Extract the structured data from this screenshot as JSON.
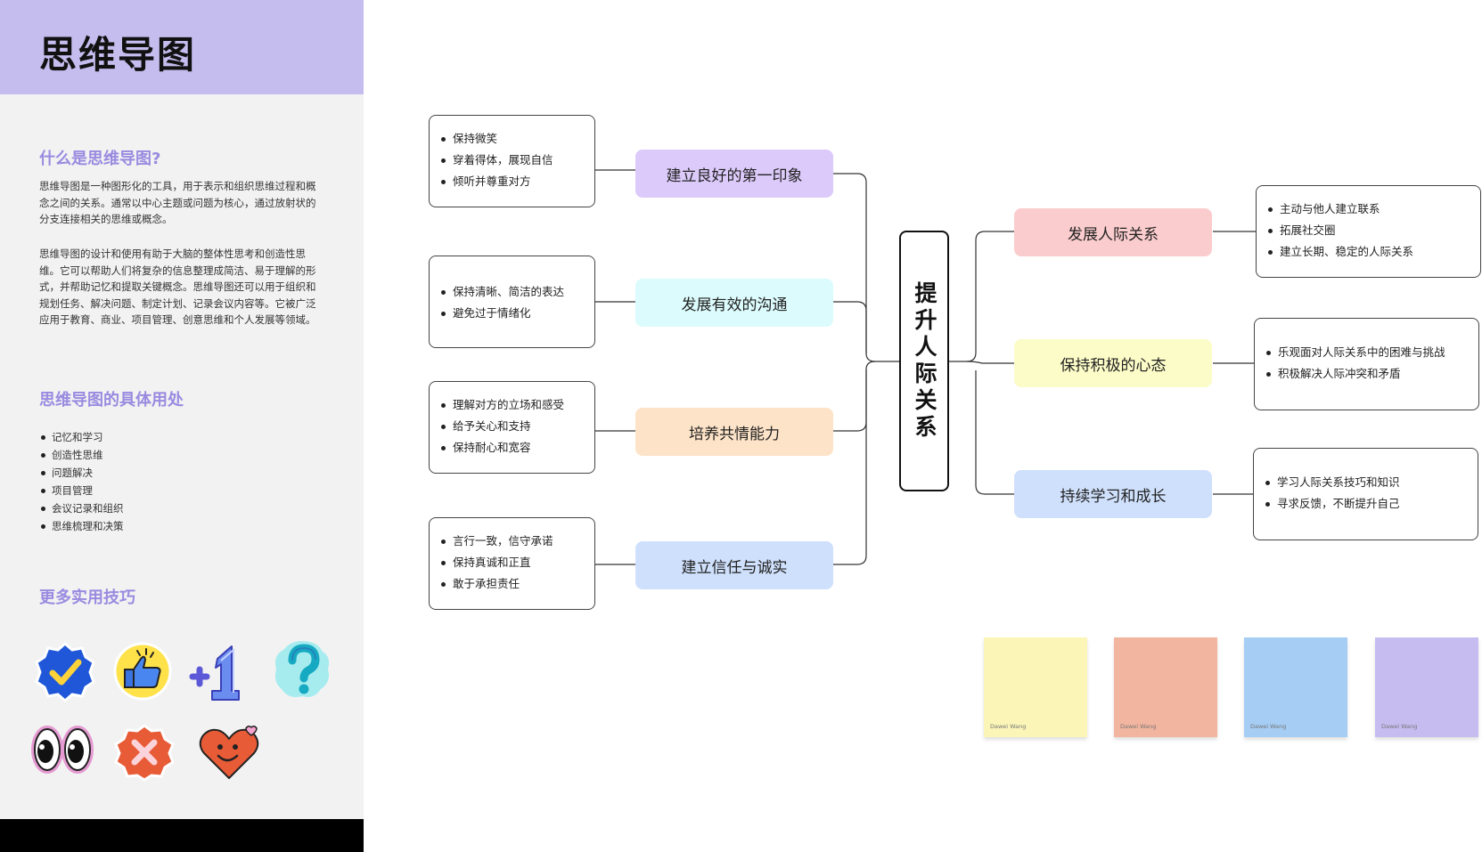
{
  "sidebar": {
    "title": "思维导图",
    "section1": {
      "heading": "什么是思维导图?",
      "para1": "思维导图是一种图形化的工具，用于表示和组织思维过程和概念之间的关系。通常以中心主题或问题为核心，通过放射状的分支连接相关的思维或概念。",
      "para2": "思维导图的设计和使用有助于大脑的整体性思考和创造性思维。它可以帮助人们将复杂的信息整理成简洁、易于理解的形式，并帮助记忆和提取关键概念。思维导图还可以用于组织和规划任务、解决问题、制定计划、记录会议内容等。它被广泛应用于教育、商业、项目管理、创意思维和个人发展等领域。"
    },
    "section2": {
      "heading": "思维导图的具体用处",
      "items": [
        "记忆和学习",
        "创造性思维",
        "问题解决",
        "项目管理",
        "会议记录和组织",
        "思维梳理和决策"
      ]
    },
    "section3": {
      "heading": "更多实用技巧",
      "stickers": [
        "checkmark-badge-icon",
        "thumbs-up-icon",
        "plus-one-icon",
        "question-mark-icon",
        "eyes-icon",
        "x-mark-badge-icon",
        "smiling-heart-icon"
      ]
    }
  },
  "mindmap": {
    "center": "提升人际关系",
    "left": [
      {
        "label": "建立良好的第一印象",
        "color": "#dccafa",
        "details": [
          "保持微笑",
          "穿着得体，展现自信",
          "倾听并尊重对方"
        ]
      },
      {
        "label": "发展有效的沟通",
        "color": "#dcfbfc",
        "details": [
          "保持清晰、简洁的表达",
          "避免过于情绪化"
        ]
      },
      {
        "label": "培养共情能力",
        "color": "#fde3c7",
        "details": [
          "理解对方的立场和感受",
          "给予关心和支持",
          "保持耐心和宽容"
        ]
      },
      {
        "label": "建立信任与诚实",
        "color": "#cfe0fc",
        "details": [
          "言行一致，信守承诺",
          "保持真诚和正直",
          "敢于承担责任"
        ]
      }
    ],
    "right": [
      {
        "label": "发展人际关系",
        "color": "#fbcccd",
        "details": [
          "主动与他人建立联系",
          "拓展社交圈",
          "建立长期、稳定的人际关系"
        ]
      },
      {
        "label": "保持积极的心态",
        "color": "#fcfcc8",
        "details": [
          "乐观面对人际关系中的困难与挑战",
          "积极解决人际冲突和矛盾"
        ]
      },
      {
        "label": "持续学习和成长",
        "color": "#cfe0fc",
        "details": [
          "学习人际关系技巧和知识",
          "寻求反馈，不断提升自己"
        ]
      }
    ]
  },
  "sticky_notes": [
    {
      "author": "Dawei Wang",
      "color": "#fbf6b8"
    },
    {
      "author": "Dawei Wang",
      "color": "#f2b59f"
    },
    {
      "author": "Dawei Wang",
      "color": "#a6cdf4"
    },
    {
      "author": "Dawei Wang",
      "color": "#c6bcf0"
    }
  ]
}
